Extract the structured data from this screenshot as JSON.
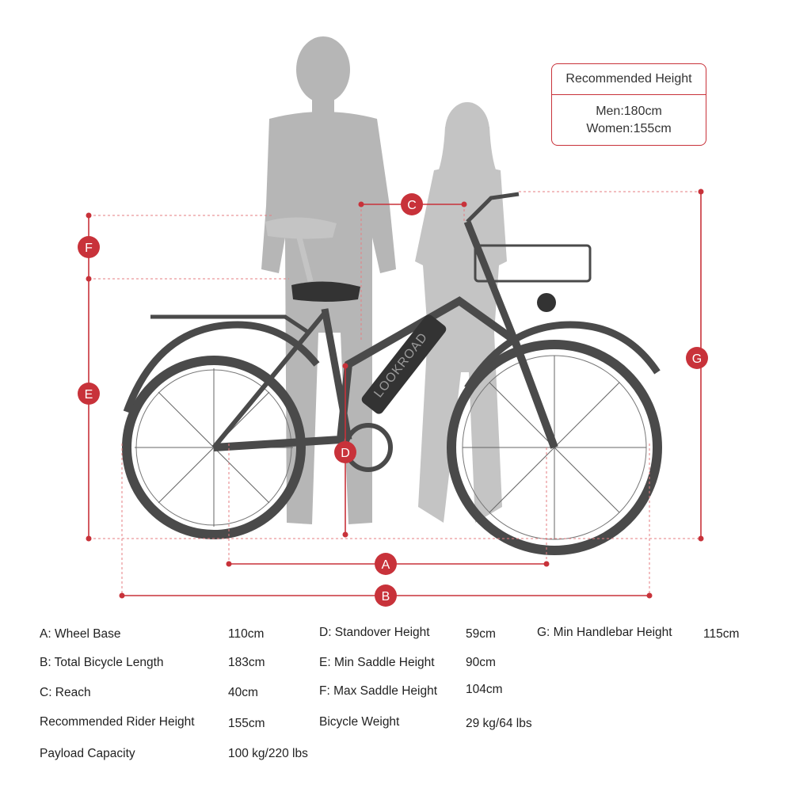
{
  "recommended_height": {
    "title": "Recommended Height",
    "men": "Men:180cm",
    "women": "Women:155cm"
  },
  "bike": {
    "brand": "LOOKROAD"
  },
  "markers": {
    "A": "A",
    "B": "B",
    "C": "C",
    "D": "D",
    "E": "E",
    "F": "F",
    "G": "G"
  },
  "specs": {
    "wheel_base": {
      "label": "A: Wheel Base",
      "value": "110cm"
    },
    "total_length": {
      "label": "B: Total Bicycle Length",
      "value": "183cm"
    },
    "reach": {
      "label": "C: Reach",
      "value": "40cm"
    },
    "rider_height": {
      "label": "Recommended Rider Height",
      "value": "155cm"
    },
    "payload": {
      "label": "Payload Capacity",
      "value": "100 kg/220 lbs"
    },
    "standover": {
      "label": "D: Standover Height",
      "value": "59cm"
    },
    "min_saddle": {
      "label": "E: Min Saddle Height",
      "value": "90cm"
    },
    "max_saddle": {
      "label": "F: Max Saddle Height",
      "value": "104cm"
    },
    "weight": {
      "label": "Bicycle Weight",
      "value": "29 kg/64 lbs"
    },
    "min_handlebar": {
      "label": "G: Min Handlebar Height",
      "value": "115cm"
    }
  },
  "colors": {
    "accent": "#c8323a",
    "silhouette": "#b5b5b5",
    "bike": "#4a4a4a"
  }
}
